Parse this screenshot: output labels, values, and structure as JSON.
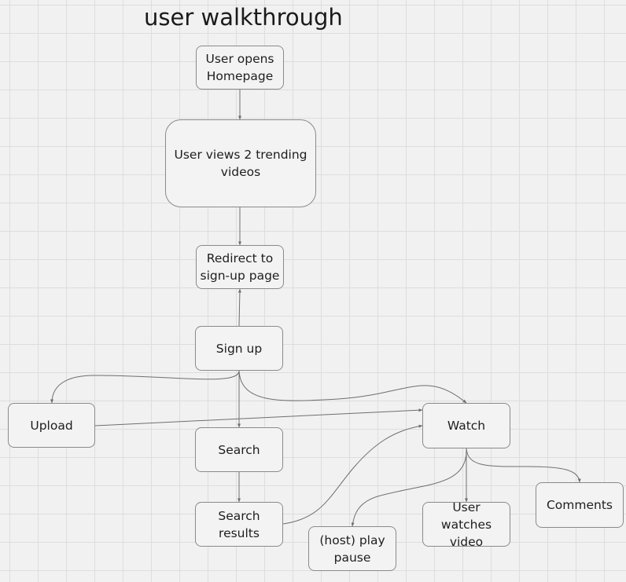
{
  "board": {
    "title": "user walkthrough"
  },
  "nodes": {
    "user_opens_homepage": "User opens Homepage",
    "user_views_trending": "User views 2 trending videos",
    "redirect_signup": "Redirect to sign-up page",
    "sign_up": "Sign up",
    "upload": "Upload",
    "watch": "Watch",
    "search": "Search",
    "search_results": "Search results",
    "host_play_pause": "(host) play pause",
    "user_watches_video": "User watches video",
    "comments": "Comments"
  },
  "colors": {
    "background": "#f1f1f1",
    "grid_line": "#dddddd",
    "node_border": "#8a8a8a",
    "connector": "#6e6e6e"
  }
}
